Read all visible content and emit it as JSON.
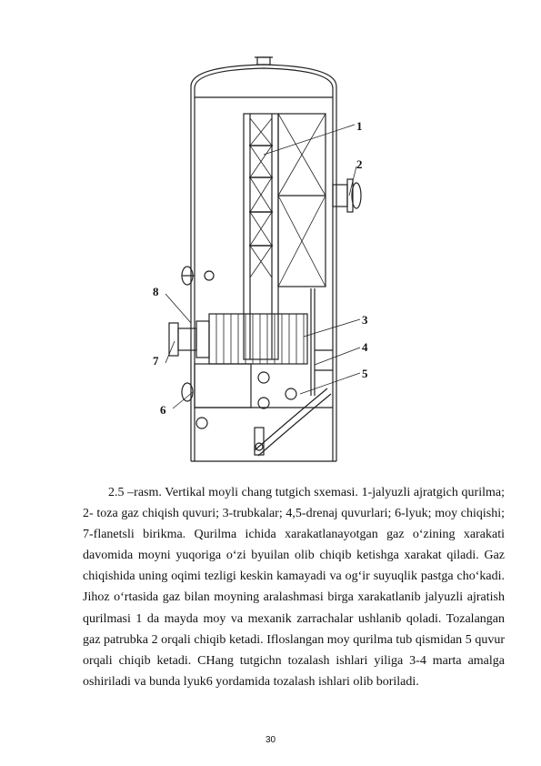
{
  "figure": {
    "labels": [
      "1",
      "2",
      "3",
      "4",
      "5",
      "6",
      "7",
      "8"
    ]
  },
  "body_text": "2.5 –rasm. Vertikal moyli chang tutgich sxemasi. 1-jalyuzli ajratgich qurilma; 2- toza gaz chiqish quvuri; 3-trubkalar; 4,5-drenaj quvurlari; 6-lyuk; moy chiqishi; 7-flanetsli birikma. Qurilma ichida xarakatlanayotgan gaz o‘zining xarakati davomida moyni yuqoriga o‘zi byuilan olib chiqib ketishga xarakat qiladi. Gaz chiqishida uning oqimi tezligi keskin kamayadi va og‘ir suyuqlik pastga cho‘kadi. Jihoz o‘rtasida gaz bilan moyning aralashmasi birga xarakatlanib jalyuzli ajratish qurilmasi 1 da mayda moy va mexanik zarrachalar ushlanib qoladi. Tozalangan gaz patrubka 2 orqali chiqib ketadi. Ifloslangan moy qurilma tub qismidan 5 quvur orqali chiqib ketadi. CHang tutgichn tozalash ishlari yiliga 3-4 marta amalga oshiriladi va bunda lyuk6 yordamida tozalash ishlari olib boriladi.",
  "page_number": "30"
}
